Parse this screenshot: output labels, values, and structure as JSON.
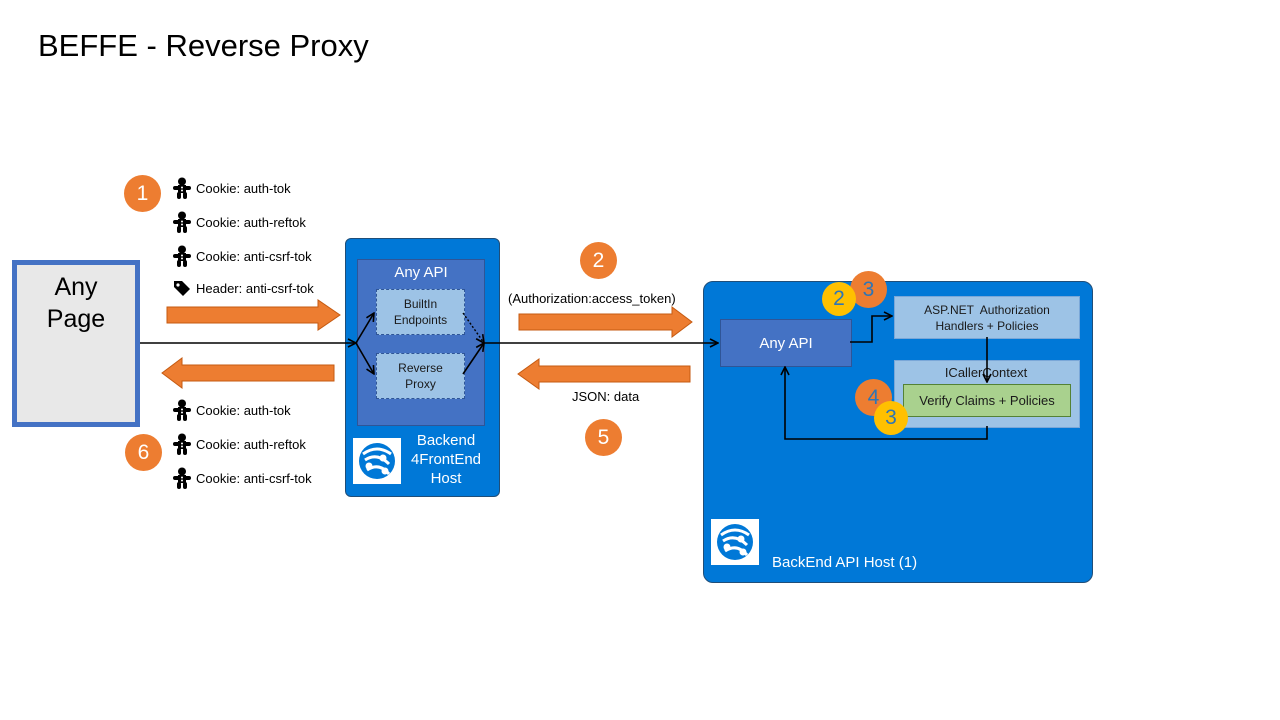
{
  "title": "BEFFE - Reverse Proxy",
  "page_box": {
    "label_line1": "Any",
    "label_line2": "Page"
  },
  "request_cookies": [
    {
      "icon": "gingerbread-icon",
      "text": "Cookie: auth-tok"
    },
    {
      "icon": "gingerbread-icon",
      "text": "Cookie: auth-reftok"
    },
    {
      "icon": "gingerbread-icon",
      "text": "Cookie: anti-csrf-tok"
    },
    {
      "icon": "tag-icon",
      "text": "Header: anti-csrf-tok"
    }
  ],
  "response_cookies": [
    {
      "icon": "gingerbread-icon",
      "text": "Cookie: auth-tok"
    },
    {
      "icon": "gingerbread-icon",
      "text": "Cookie: auth-reftok"
    },
    {
      "icon": "gingerbread-icon",
      "text": "Cookie: anti-csrf-tok"
    }
  ],
  "left_host": {
    "api_label": "Any API",
    "builtin_line1": "BuiltIn",
    "builtin_line2": "Endpoints",
    "proxy_line1": "Reverse",
    "proxy_line2": "Proxy",
    "host_line1": "Backend",
    "host_line2": "4FrontEnd",
    "host_line3": "Host"
  },
  "middle": {
    "request_label": "(Authorization:access_token)",
    "response_label": "JSON: data"
  },
  "right_host": {
    "api_label": "Any API",
    "asp_line1": "ASP.NET  Authorization",
    "asp_line2": "Handlers + Policies",
    "icaller_label": "ICallerContext",
    "verify_label": "Verify Claims + Policies",
    "host_label": "BackEnd API Host (1)"
  },
  "badges": {
    "step1": "1",
    "step2": "2",
    "step5": "5",
    "step6": "6",
    "right_yellow_top": "2",
    "right_orange_top": "3",
    "right_orange_mid": "4",
    "right_yellow_mid": "3"
  },
  "colors": {
    "host_blue": "#0078d7",
    "api_blue": "#4472c4",
    "light_blue": "#9dc3e6",
    "arrow_orange": "#ed7d31",
    "badge_yellow": "#ffc000",
    "verify_green": "#a9d18e",
    "page_border": "#4472c4"
  }
}
